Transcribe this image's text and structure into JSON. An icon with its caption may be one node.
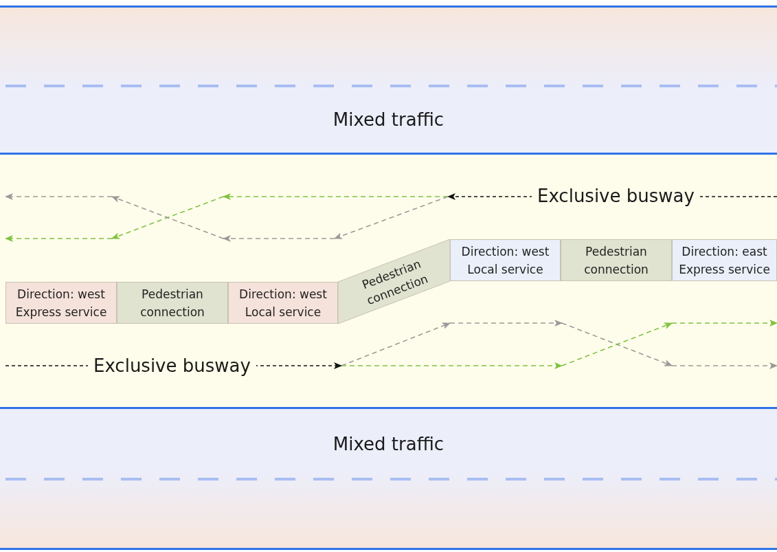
{
  "diagram": {
    "nodes": [
      {
        "text": [
          "Mixed traffic"
        ]
      },
      {
        "text": [
          "Direction: west Express service"
        ]
      },
      {
        "text": [
          "Pedestrian connection"
        ]
      },
      {
        "text": [
          "Direction: west Local service"
        ]
      },
      {
        "text": [
          "Pedestrian connection"
        ]
      },
      {
        "text": [
          "Direction: west Local service"
        ]
      },
      {
        "text": [
          "Pedestrian connection"
        ]
      },
      {
        "text": [
          "Direction: east Express service"
        ]
      },
      {
        "text": [
          "Mixed traffic"
        ]
      }
    ],
    "labels": [
      "Exclusive busway",
      "Exclusive busway"
    ]
  }
}
